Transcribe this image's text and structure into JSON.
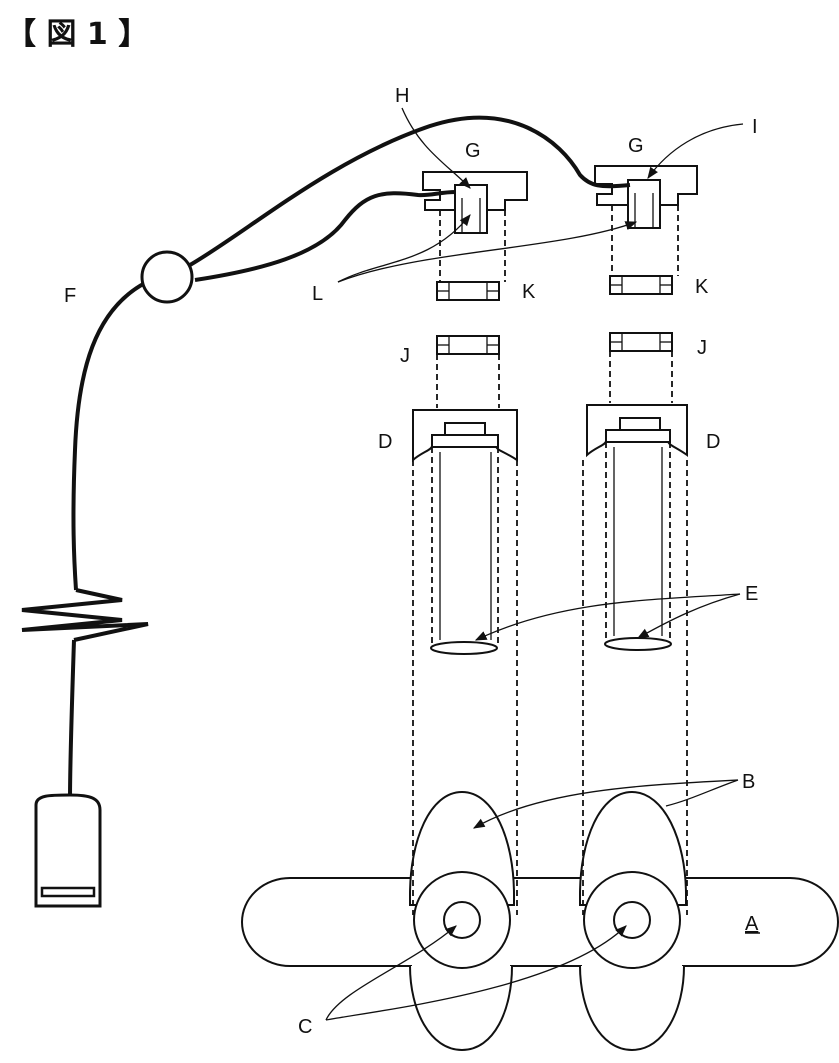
{
  "figure": {
    "title": "【 図 1 】",
    "labels": {
      "A": "A",
      "B": "B",
      "C": "C",
      "D": "D",
      "E": "E",
      "F": "F",
      "G": "G",
      "H": "H",
      "I": "I",
      "J": "J",
      "K": "K",
      "L": "L"
    }
  }
}
